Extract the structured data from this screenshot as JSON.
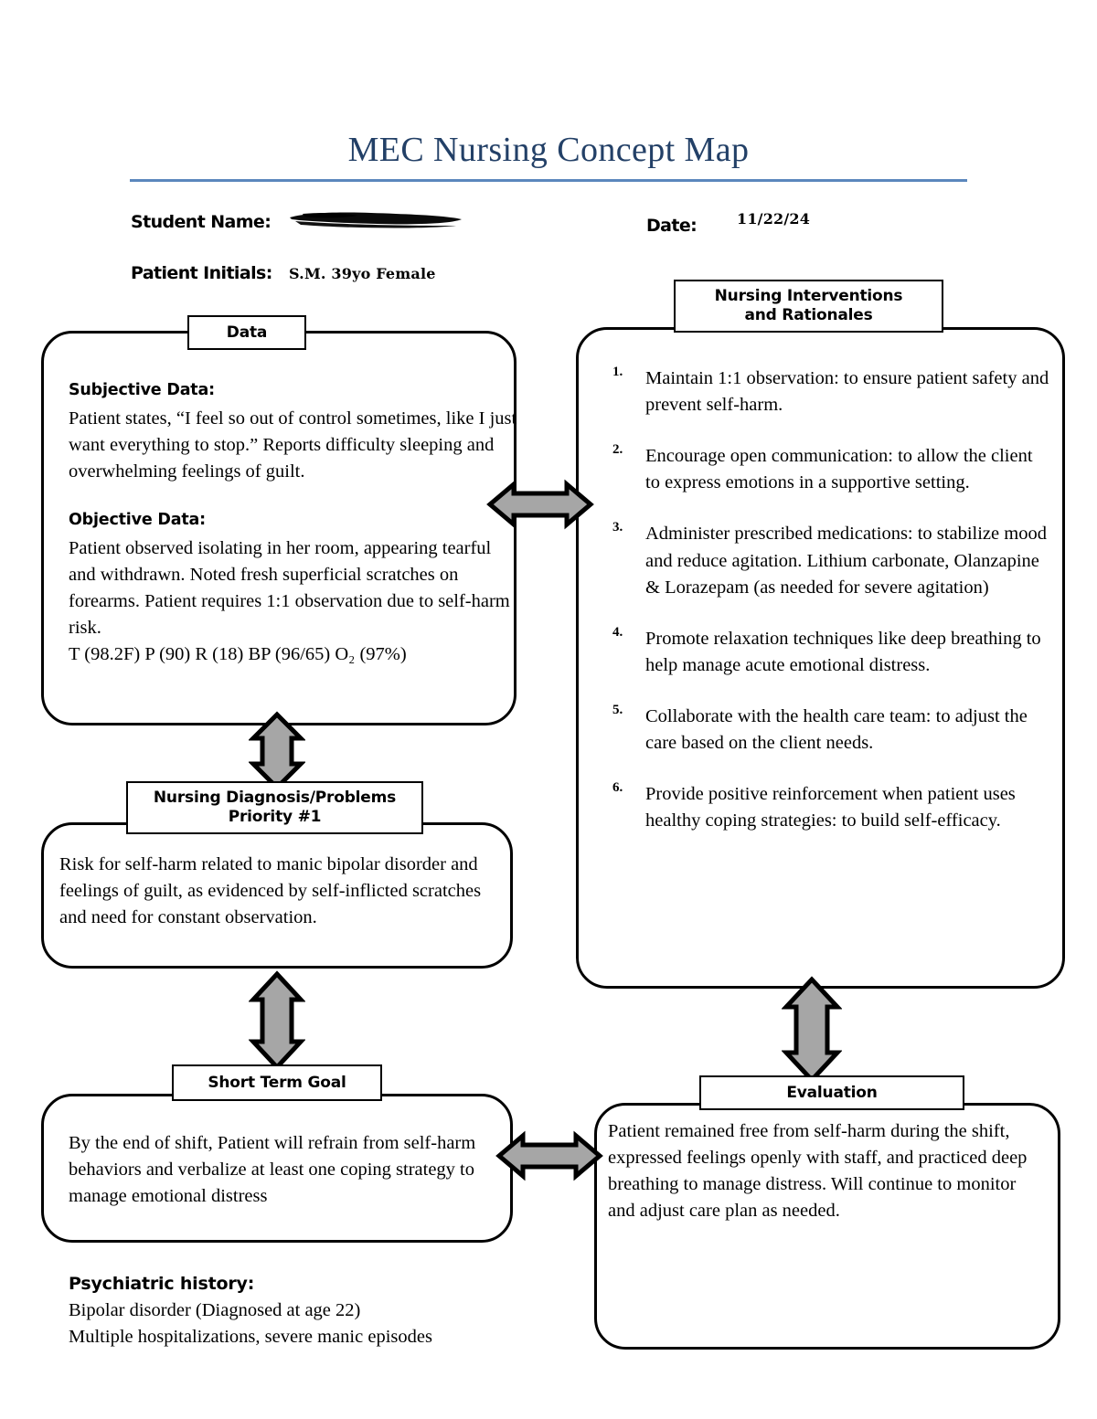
{
  "title": "MEC Nursing Concept Map",
  "header": {
    "student_name_label": "Student Name:",
    "student_name_value": "",
    "date_label": "Date:",
    "date_value": "11/22/24",
    "patient_initials_label": "Patient Initials:",
    "patient_initials_value": "S.M. 39yo Female"
  },
  "data": {
    "tab_label": "Data",
    "subjective_heading": "Subjective Data:",
    "subjective_text": "Patient states, “I feel so out of control sometimes, like I just want everything to stop.” Reports difficulty sleeping and overwhelming feelings of guilt.",
    "objective_heading": "Objective Data:",
    "objective_text": "Patient observed isolating in her room, appearing tearful and withdrawn. Noted fresh superficial scratches on forearms. Patient requires 1:1 observation due to self-harm risk.",
    "vitals": "T (98.2F) P (90) R (18) BP (96/65) O₂ (97%)"
  },
  "diagnosis": {
    "tab_label": "Nursing Diagnosis/Problems\nPriority #1",
    "tab_line1": "Nursing Diagnosis/Problems",
    "tab_line2": "Priority #1",
    "text": "Risk for self-harm related to manic bipolar disorder and feelings of guilt, as evidenced by self-inflicted scratches and need for constant observation."
  },
  "goal": {
    "tab_label": "Short Term Goal",
    "text": "By the end of shift, Patient will refrain from self-harm behaviors and verbalize at least one coping strategy to manage emotional distress"
  },
  "interventions": {
    "tab_line1": "Nursing Interventions",
    "tab_line2": "and Rationales",
    "items": [
      {
        "number": "1.",
        "text": "Maintain 1:1 observation: to ensure patient safety and prevent self-harm."
      },
      {
        "number": "2.",
        "text": "Encourage open communication: to allow the client to express emotions in a supportive setting."
      },
      {
        "number": "3.",
        "text": "Administer prescribed medications: to stabilize mood and reduce agitation. Lithium carbonate, Olanzapine & Lorazepam (as needed for severe agitation)"
      },
      {
        "number": "4.",
        "text": "Promote relaxation techniques like deep breathing to help manage acute emotional distress."
      },
      {
        "number": "5.",
        "text": "Collaborate with the health care team: to adjust the care based on the client needs."
      },
      {
        "number": "6.",
        "text": "Provide positive reinforcement when patient uses healthy coping strategies: to build self-efficacy."
      }
    ]
  },
  "evaluation": {
    "tab_label": "Evaluation",
    "text": "Patient remained free from self-harm during the shift, expressed feelings openly with staff, and practiced deep breathing to manage distress. Will continue to monitor and adjust care plan as needed."
  },
  "psych_history": {
    "heading": "Psychiatric history:",
    "line1": "Bipolar disorder (Diagnosed at age 22)",
    "line2": "Multiple hospitalizations, severe manic episodes"
  },
  "colors": {
    "title": "#234067",
    "title_rule": "#5b87bd",
    "arrow_fill": "#a6a6a6",
    "arrow_stroke": "#000000",
    "panel_border": "#000000"
  }
}
